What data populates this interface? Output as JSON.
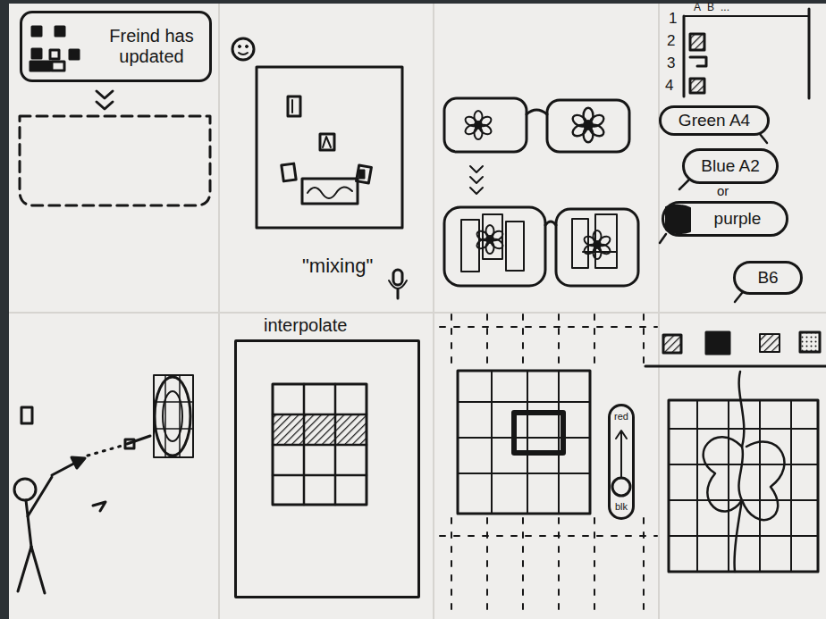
{
  "diagram": {
    "nodes": [
      {
        "text": [
          "Freind has updated"
        ]
      },
      {
        "text": [
          "Green A4"
        ]
      },
      {
        "text": [
          "Blue A2"
        ]
      },
      {
        "text": [
          "purple"
        ]
      },
      {
        "text": [
          "B6"
        ]
      },
      {
        "text": [
          "interpolate"
        ]
      },
      {
        "text": [
          "red",
          "blk"
        ]
      }
    ],
    "labels": [
      "\"mixing\"",
      "A",
      "B",
      "...",
      "1",
      "2",
      "3",
      "4",
      "or"
    ]
  }
}
